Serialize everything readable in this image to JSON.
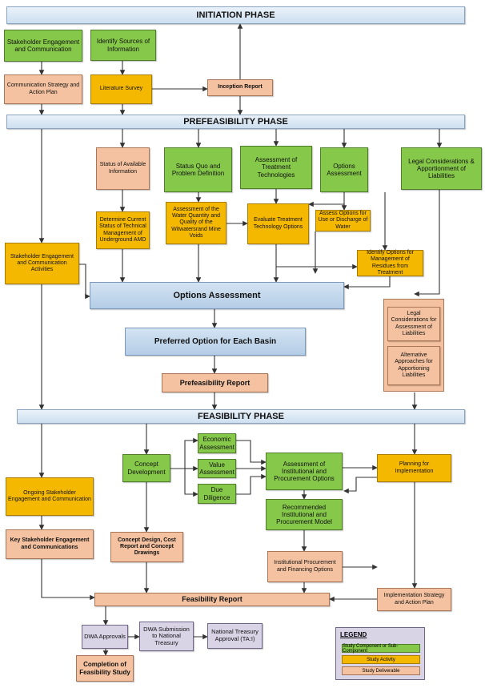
{
  "phases": {
    "initiation": "INITIATION PHASE",
    "prefeasibility": "PREFEASIBILITY PHASE",
    "feasibility": "FEASIBILITY PHASE"
  },
  "initiation": {
    "stakeholder_engagement": "Stakeholder Engagement and Communication",
    "identify_sources": "Identify Sources of Information",
    "communication_strategy": "Communication Strategy and Action Plan",
    "literature_survey": "Literature Survey",
    "inception_report": "Inception Report"
  },
  "prefeasibility": {
    "status_available_info": "Status of Available Information",
    "status_quo": "Status Quo and Problem Definition",
    "assessment_treatment": "Assessment of Treatment Technologies",
    "options_assessment_small": "Options Assessment",
    "legal_considerations": "Legal Considerations & Apportionment of Liabilities",
    "determine_current_status": "Determine Current Status of Technical Management of Underground AMD",
    "assessment_water_quantity": "Assessment of the Water Quantity and Quality of the Witwatersrand Mine Voids",
    "evaluate_treatment": "Evaluate Treatment Technology Options",
    "assess_options_use": "Assess Options for Use or Discharge of Water",
    "identify_options_residues": "Identify Options for Management of Residues from Treatment",
    "stakeholder_activities": "Stakeholder Engagement and Communication Activities",
    "options_assessment": "Options Assessment",
    "preferred_option": "Preferred Option for Each Basin",
    "prefeasibility_report": "Prefeasibility Report",
    "legal_assessment_liabilities": "Legal Considerations for Assessment of Liabilities",
    "alternative_approaches": "Alternative Approaches for Apportioning Liabilities"
  },
  "feasibility": {
    "economic_assessment": "Economic Assessment",
    "value_assessment": "Value Assessment",
    "due_diligence": "Due Diligence",
    "concept_development": "Concept Development",
    "assessment_institutional": "Assessment of Institutional and Procurement Options",
    "planning_implementation": "Planning for Implementation",
    "ongoing_stakeholder": "Ongoing Stakeholder Engagement and Communication",
    "recommended_model": "Recommended Institutional and Procurement Model",
    "key_stakeholder": "Key Stakeholder Engagement and Communications",
    "concept_design": "Concept Design, Cost Report and Concept Drawings",
    "institutional_procurement_financing": "Institutional Procurement and Financing Options",
    "feasibility_report": "Feasibility Report",
    "implementation_strategy": "Implementation Strategy and Action Plan",
    "dwa_approvals": "DWA Approvals",
    "dwa_submission": "DWA Submission to National Treasury",
    "national_treasury": "National Treasury Approval (TA:I)",
    "completion": "Completion of Feasibility Study"
  },
  "legend": {
    "title": "LEGEND",
    "items": [
      {
        "label": "Study Component or Sub-Component",
        "color": "#86c94a"
      },
      {
        "label": "Study Activity",
        "color": "#f5b800"
      },
      {
        "label": "Study Deliverable",
        "color": "#f4c2a0"
      }
    ]
  },
  "colors": {
    "component": "#86c94a",
    "activity": "#f5b800",
    "deliverable": "#f4c2a0",
    "phase_bar": "#cddff0",
    "approval": "#d9d3e6"
  }
}
